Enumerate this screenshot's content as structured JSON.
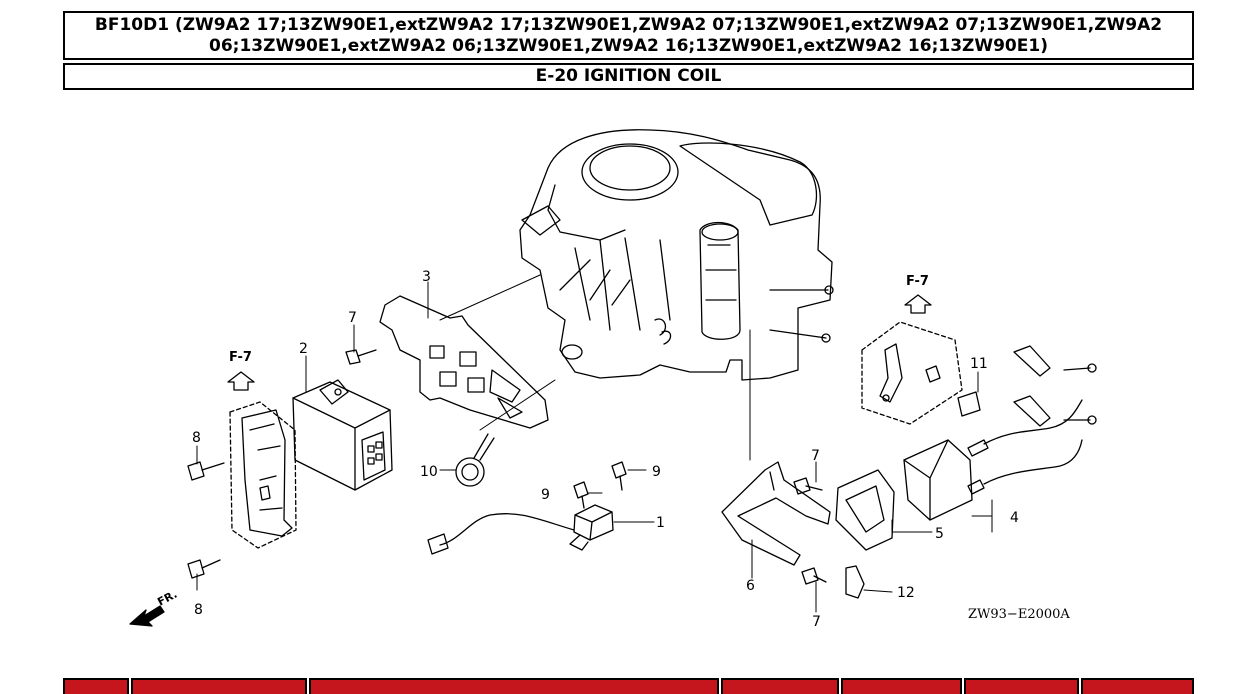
{
  "header": {
    "model_line1": "BF10D1 (ZW9A2 17;13ZW90E1,extZW9A2 17;13ZW90E1,ZW9A2 07;13ZW90E1,extZW9A2 07;13ZW90E1,ZW9A2",
    "model_line2": "06;13ZW90E1,extZW9A2 06;13ZW90E1,ZW9A2 16;13ZW90E1,extZW9A2 16;13ZW90E1)",
    "section_title": "E-20 IGNITION COIL"
  },
  "diagram": {
    "callouts": [
      "1",
      "2",
      "3",
      "4",
      "5",
      "6",
      "7",
      "7",
      "7",
      "8",
      "8",
      "9",
      "9",
      "10",
      "11",
      "12"
    ],
    "ref_left": "F-7",
    "ref_right": "F-7",
    "front_label": "FR.",
    "drawing_code": "ZW93−E2000A"
  },
  "parts_table": {
    "header_color": "#c4161c",
    "columns": [
      "",
      "",
      "",
      "",
      "",
      "",
      "",
      ""
    ]
  }
}
